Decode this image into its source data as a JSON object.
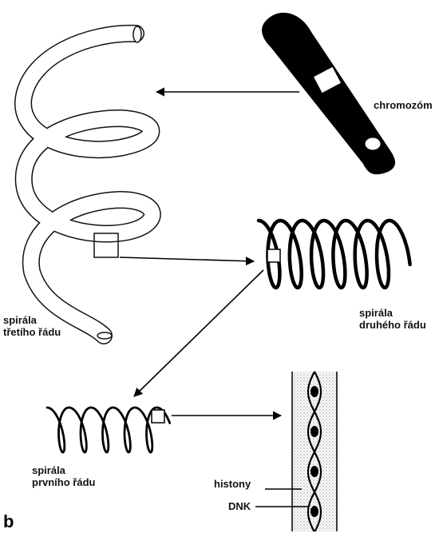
{
  "labels": {
    "chromosome": "chromozóm",
    "third_order_line1": "spirála",
    "third_order_line2": "třetího řádu",
    "second_order_line1": "spirála",
    "second_order_line2": "druhého řádu",
    "first_order_line1": "spirála",
    "first_order_line2": "prvního řádu",
    "histones": "histony",
    "dna": "DNK",
    "panel_letter": "b"
  }
}
